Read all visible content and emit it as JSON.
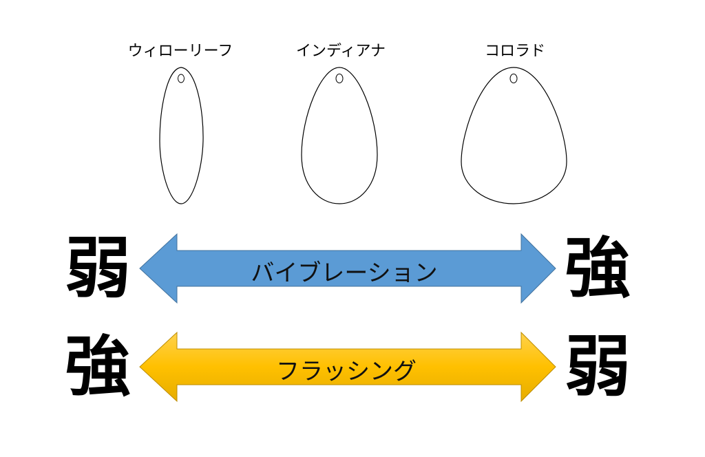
{
  "blades": [
    {
      "name": "ウィローリーフ"
    },
    {
      "name": "インディアナ"
    },
    {
      "name": "コロラド"
    }
  ],
  "vibration": {
    "label": "バイブレーション",
    "left": "弱",
    "right": "強",
    "color": "#5b9bd5"
  },
  "flashing": {
    "label": "フラッシング",
    "left": "強",
    "right": "弱",
    "color": "#ffc000"
  }
}
